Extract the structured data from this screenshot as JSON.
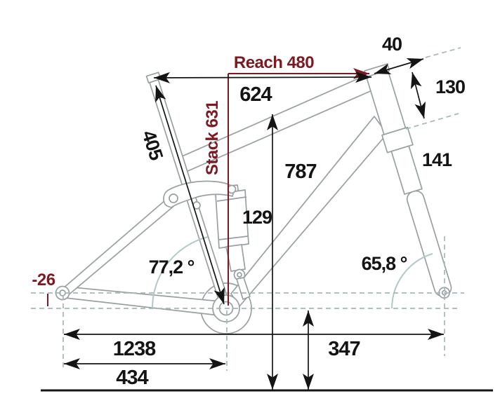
{
  "diagram": {
    "kind": "mountain-bike frame geometry drawing",
    "colors": {
      "accent_red": "#7d1a21",
      "frame_gray": "#98a0a2",
      "dash_gray": "#a6b8b5",
      "arc_gray": "#b4c7c9",
      "ink": "#141414"
    },
    "labels": {
      "reach": "Reach 480",
      "stack": "Stack 631",
      "effective_top_tube": "624",
      "seat_tube": "405",
      "standover": "787",
      "shock": "129",
      "stem": "40",
      "head_tube": "130",
      "fork": "141",
      "seat_tube_angle": "77,2 °",
      "head_tube_angle": "65,8 °",
      "bb_drop": "-26",
      "wheelbase": "1238",
      "chainstay": "434",
      "bb_height": "347"
    }
  }
}
